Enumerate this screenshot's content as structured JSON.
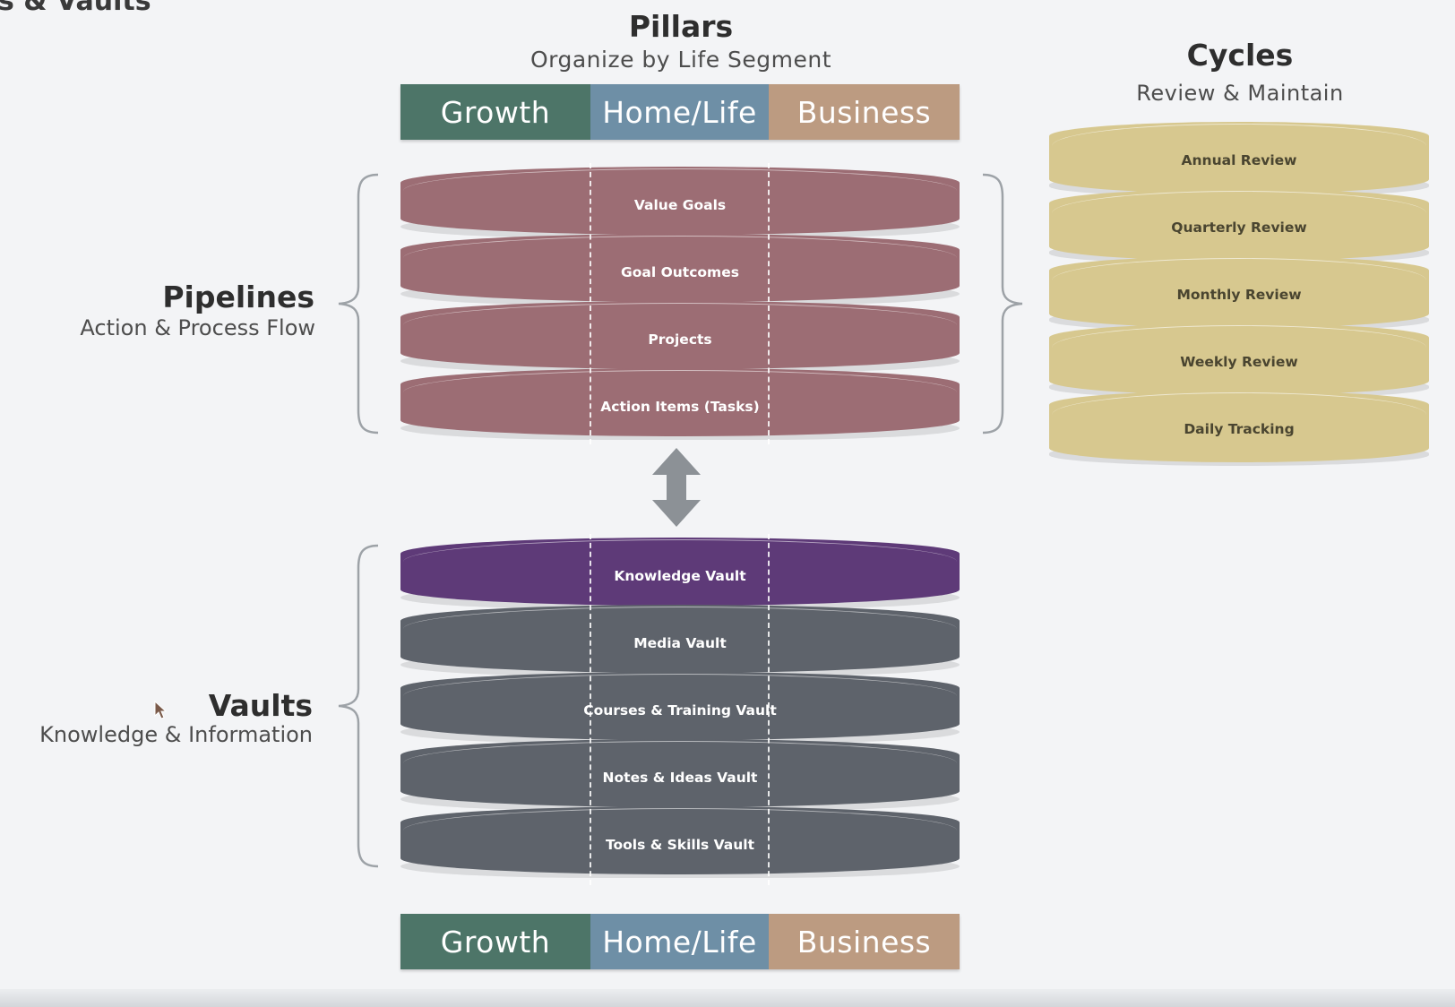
{
  "corner_title": "s & Vaults",
  "pillars": {
    "title": "Pillars",
    "subtitle": "Organize by Life Segment",
    "segments": [
      {
        "label": "Growth",
        "color": "#4d7568"
      },
      {
        "label": "Home/Life",
        "color": "#6e8fa6"
      },
      {
        "label": "Business",
        "color": "#bc9b81"
      }
    ]
  },
  "pipelines": {
    "title": "Pipelines",
    "subtitle": "Action & Process Flow",
    "color": "#9c6d74",
    "layers": [
      "Value Goals",
      "Goal Outcomes",
      "Projects",
      "Action Items (Tasks)"
    ]
  },
  "vaults": {
    "title": "Vaults",
    "subtitle": "Knowledge & Information",
    "color": "#5e636b",
    "highlight_color": "#5e3a78",
    "layers": [
      "Knowledge Vault",
      "Media Vault",
      "Courses & Training Vault",
      "Notes & Ideas Vault",
      "Tools & Skills Vault"
    ]
  },
  "cycles": {
    "title": "Cycles",
    "subtitle": "Review & Maintain",
    "color": "#d7c88f",
    "layers": [
      "Annual Review",
      "Quarterly Review",
      "Monthly Review",
      "Weekly Review",
      "Daily Tracking"
    ]
  }
}
